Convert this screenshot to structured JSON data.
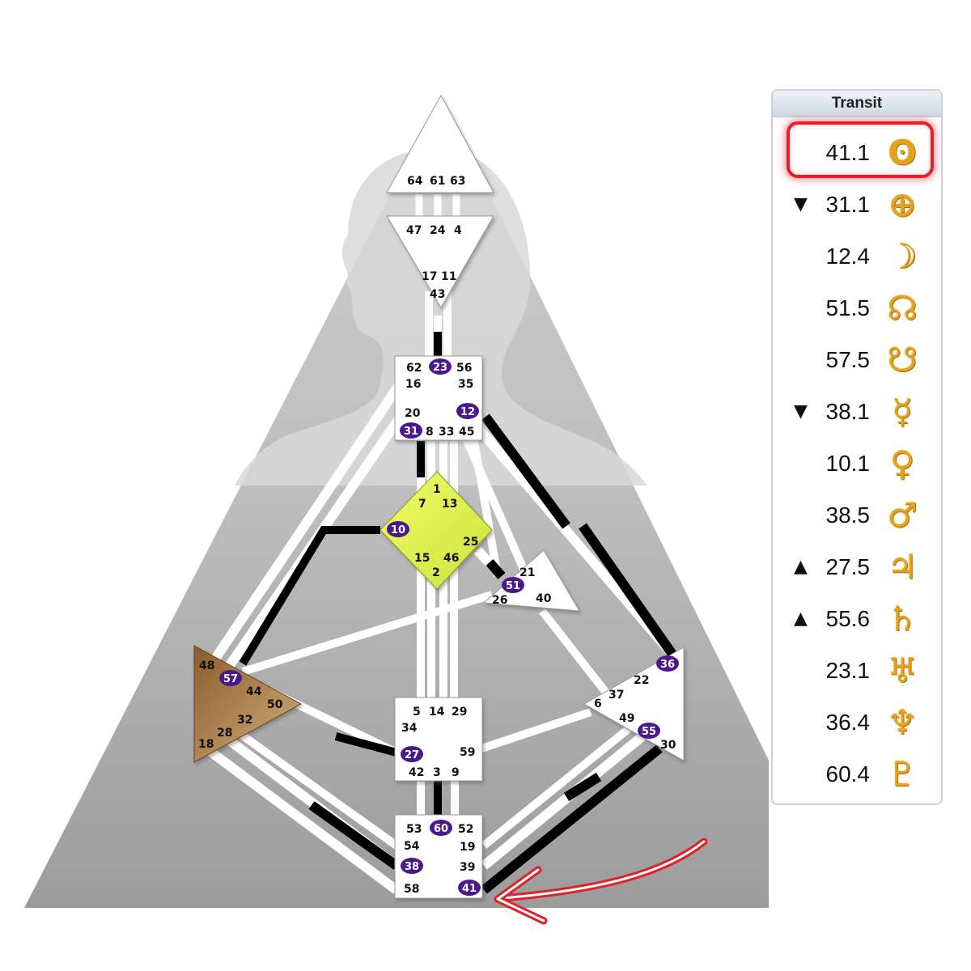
{
  "transit": {
    "header": "Transit",
    "rows": [
      {
        "arrow": "",
        "value": "41.1",
        "glyph": "ʘ",
        "icon": "sun-icon"
      },
      {
        "arrow": "▼",
        "value": "31.1",
        "glyph": "⊕",
        "icon": "earth-icon"
      },
      {
        "arrow": "",
        "value": "12.4",
        "glyph": "☽",
        "icon": "moon-icon"
      },
      {
        "arrow": "",
        "value": "51.5",
        "glyph": "☊",
        "icon": "north-node-icon"
      },
      {
        "arrow": "",
        "value": "57.5",
        "glyph": "☋",
        "icon": "south-node-icon"
      },
      {
        "arrow": "▼",
        "value": "38.1",
        "glyph": "☿",
        "icon": "mercury-icon"
      },
      {
        "arrow": "",
        "value": "10.1",
        "glyph": "♀",
        "icon": "venus-icon"
      },
      {
        "arrow": "",
        "value": "38.5",
        "glyph": "♂",
        "icon": "mars-icon"
      },
      {
        "arrow": "▲",
        "value": "27.5",
        "glyph": "♃",
        "icon": "jupiter-icon"
      },
      {
        "arrow": "▲",
        "value": "55.6",
        "glyph": "♄",
        "icon": "saturn-icon"
      },
      {
        "arrow": "",
        "value": "23.1",
        "glyph": "♅",
        "icon": "uranus-icon"
      },
      {
        "arrow": "",
        "value": "36.4",
        "glyph": "♆",
        "icon": "neptune-icon"
      },
      {
        "arrow": "",
        "value": "60.4",
        "glyph": "♇",
        "icon": "pluto-icon"
      }
    ]
  },
  "gates": {
    "head": [
      "64",
      "61",
      "63"
    ],
    "ajna": [
      "47",
      "24",
      "4",
      "17",
      "11",
      "43"
    ],
    "throat": [
      "62",
      "23",
      "56",
      "16",
      "35",
      "20",
      "12",
      "31",
      "8",
      "33",
      "45"
    ],
    "g": [
      "1",
      "7",
      "13",
      "10",
      "25",
      "15",
      "46",
      "2"
    ],
    "heart": [
      "21",
      "51",
      "26",
      "40"
    ],
    "spleen": [
      "48",
      "57",
      "44",
      "50",
      "32",
      "28",
      "18"
    ],
    "solar_plexus": [
      "36",
      "22",
      "6",
      "37",
      "49",
      "55",
      "30"
    ],
    "sacral": [
      "5",
      "14",
      "29",
      "34",
      "27",
      "59",
      "42",
      "3",
      "9"
    ],
    "root": [
      "53",
      "60",
      "52",
      "54",
      "19",
      "38",
      "39",
      "58",
      "41"
    ]
  },
  "colors": {
    "g_center": "#e6f24a",
    "spleen_center": "#b98a4c",
    "active_gate": "#4a1a8c",
    "highlight": "#e0212b",
    "glyph": "#e2a321"
  }
}
